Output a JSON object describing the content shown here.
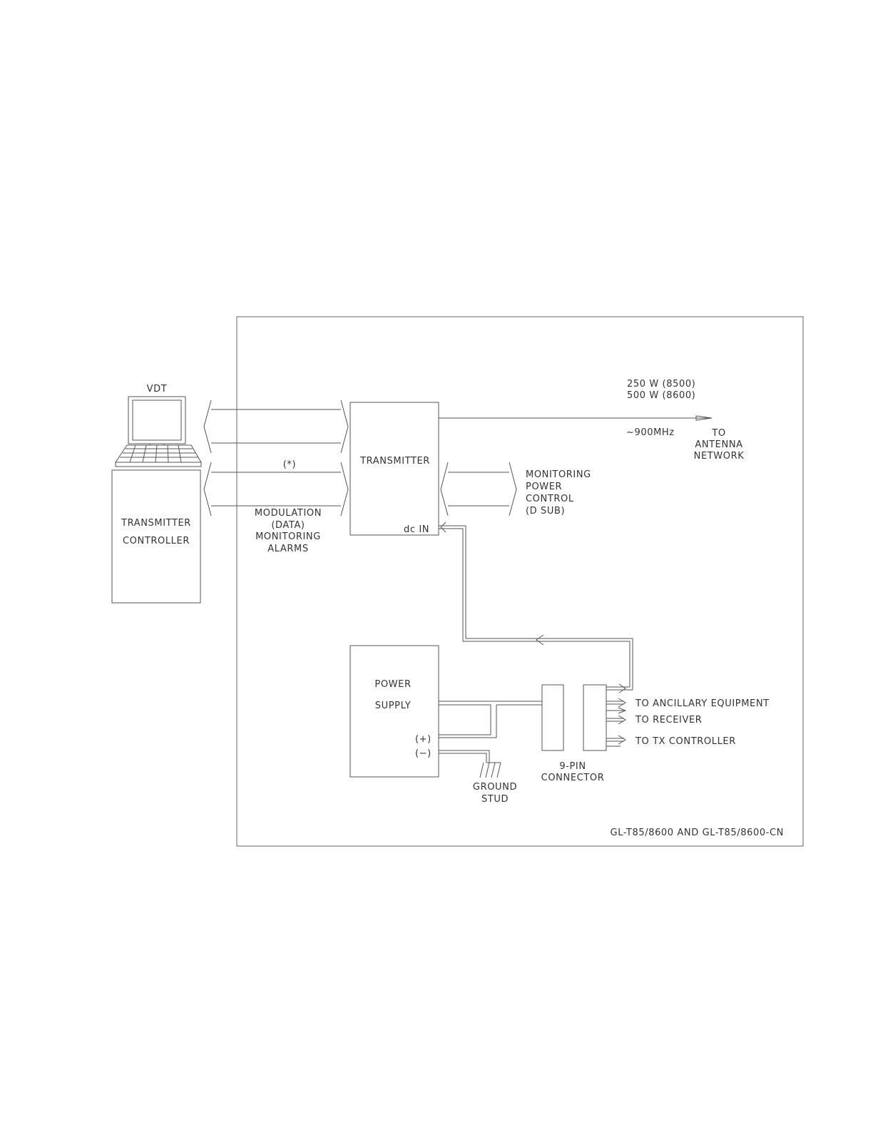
{
  "labels": {
    "vdt": "VDT",
    "transmitter": "TRANSMITTER",
    "dc_in": "dc  IN",
    "tx_controller": [
      "TRANSMITTER",
      "CONTROLLER"
    ],
    "asterisk": "(*)",
    "modulation": [
      "MODULATION",
      "(DATA)",
      "MONITORING",
      "ALARMS"
    ],
    "power_rating": [
      "250  W (8500)",
      "500  W (8600)"
    ],
    "frequency": "~900MHz",
    "antenna": [
      "TO",
      "ANTENNA",
      "NETWORK"
    ],
    "monitoring": [
      "MONITORING",
      "POWER",
      "CONTROL",
      "(D SUB)"
    ],
    "power_supply": [
      "POWER",
      "SUPPLY"
    ],
    "plus": "(+)",
    "minus": "(−)",
    "ground_stud": [
      "GROUND",
      "STUD"
    ],
    "connector": [
      "9-PIN",
      "CONNECTOR"
    ],
    "outputs": [
      "TO  ANCILLARY  EQUIPMENT",
      "TO  RECEIVER",
      "TO  TX  CONTROLLER"
    ],
    "model": "GL-T85/8600  AND  GL-T85/8600-CN"
  }
}
